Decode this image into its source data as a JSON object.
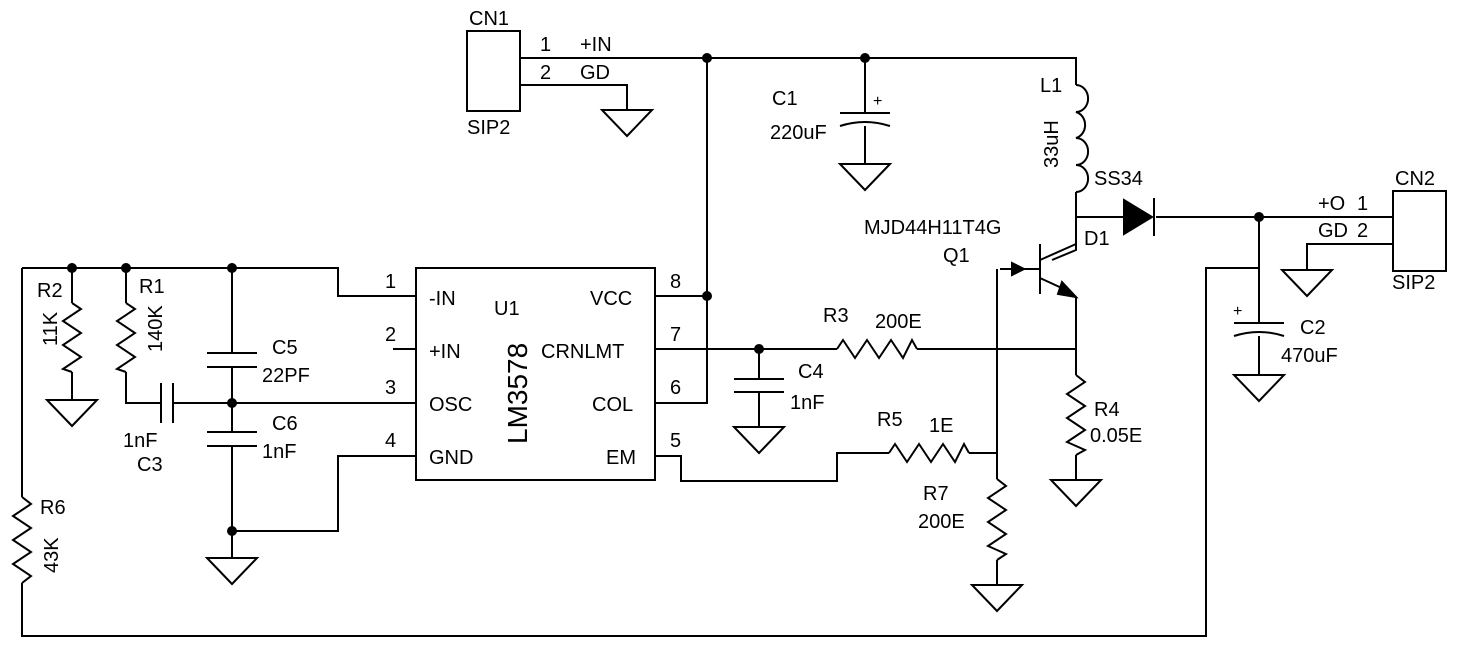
{
  "connectors": {
    "cn1": {
      "ref": "CN1",
      "pkg": "SIP2",
      "pin1_num": "1",
      "pin1_name": "+IN",
      "pin2_num": "2",
      "pin2_name": "GD"
    },
    "cn2": {
      "ref": "CN2",
      "pkg": "SIP2",
      "pin1_num": "1",
      "pin1_name": "+O",
      "pin2_num": "2",
      "pin2_name": "GD"
    }
  },
  "ic": {
    "ref": "U1",
    "part": "LM3578",
    "pins": [
      {
        "num": "1",
        "name": "-IN"
      },
      {
        "num": "2",
        "name": "+IN"
      },
      {
        "num": "3",
        "name": "OSC"
      },
      {
        "num": "4",
        "name": "GND"
      },
      {
        "num": "5",
        "name": "EM"
      },
      {
        "num": "6",
        "name": "COL"
      },
      {
        "num": "7",
        "name": "CRNLMT"
      },
      {
        "num": "8",
        "name": "VCC"
      }
    ]
  },
  "components": {
    "c1": {
      "ref": "C1",
      "value": "220uF"
    },
    "c2": {
      "ref": "C2",
      "value": "470uF"
    },
    "c3": {
      "ref": "C3",
      "value": "1nF"
    },
    "c4": {
      "ref": "C4",
      "value": "1nF"
    },
    "c5": {
      "ref": "C5",
      "value": "22PF"
    },
    "c6": {
      "ref": "C6",
      "value": "1nF"
    },
    "r1": {
      "ref": "R1",
      "value": "140K"
    },
    "r2": {
      "ref": "R2",
      "value": "11K"
    },
    "r3": {
      "ref": "R3",
      "value": "200E"
    },
    "r4": {
      "ref": "R4",
      "value": "0.05E"
    },
    "r5": {
      "ref": "R5",
      "value": "1E"
    },
    "r6": {
      "ref": "R6",
      "value": "43K"
    },
    "r7": {
      "ref": "R7",
      "value": "200E"
    },
    "l1": {
      "ref": "L1",
      "value": "33uH"
    },
    "d1": {
      "ref": "D1",
      "part": "SS34"
    },
    "q1": {
      "ref": "Q1",
      "part": "MJD44H11T4G"
    }
  },
  "symbols": {
    "polarity": "+"
  }
}
